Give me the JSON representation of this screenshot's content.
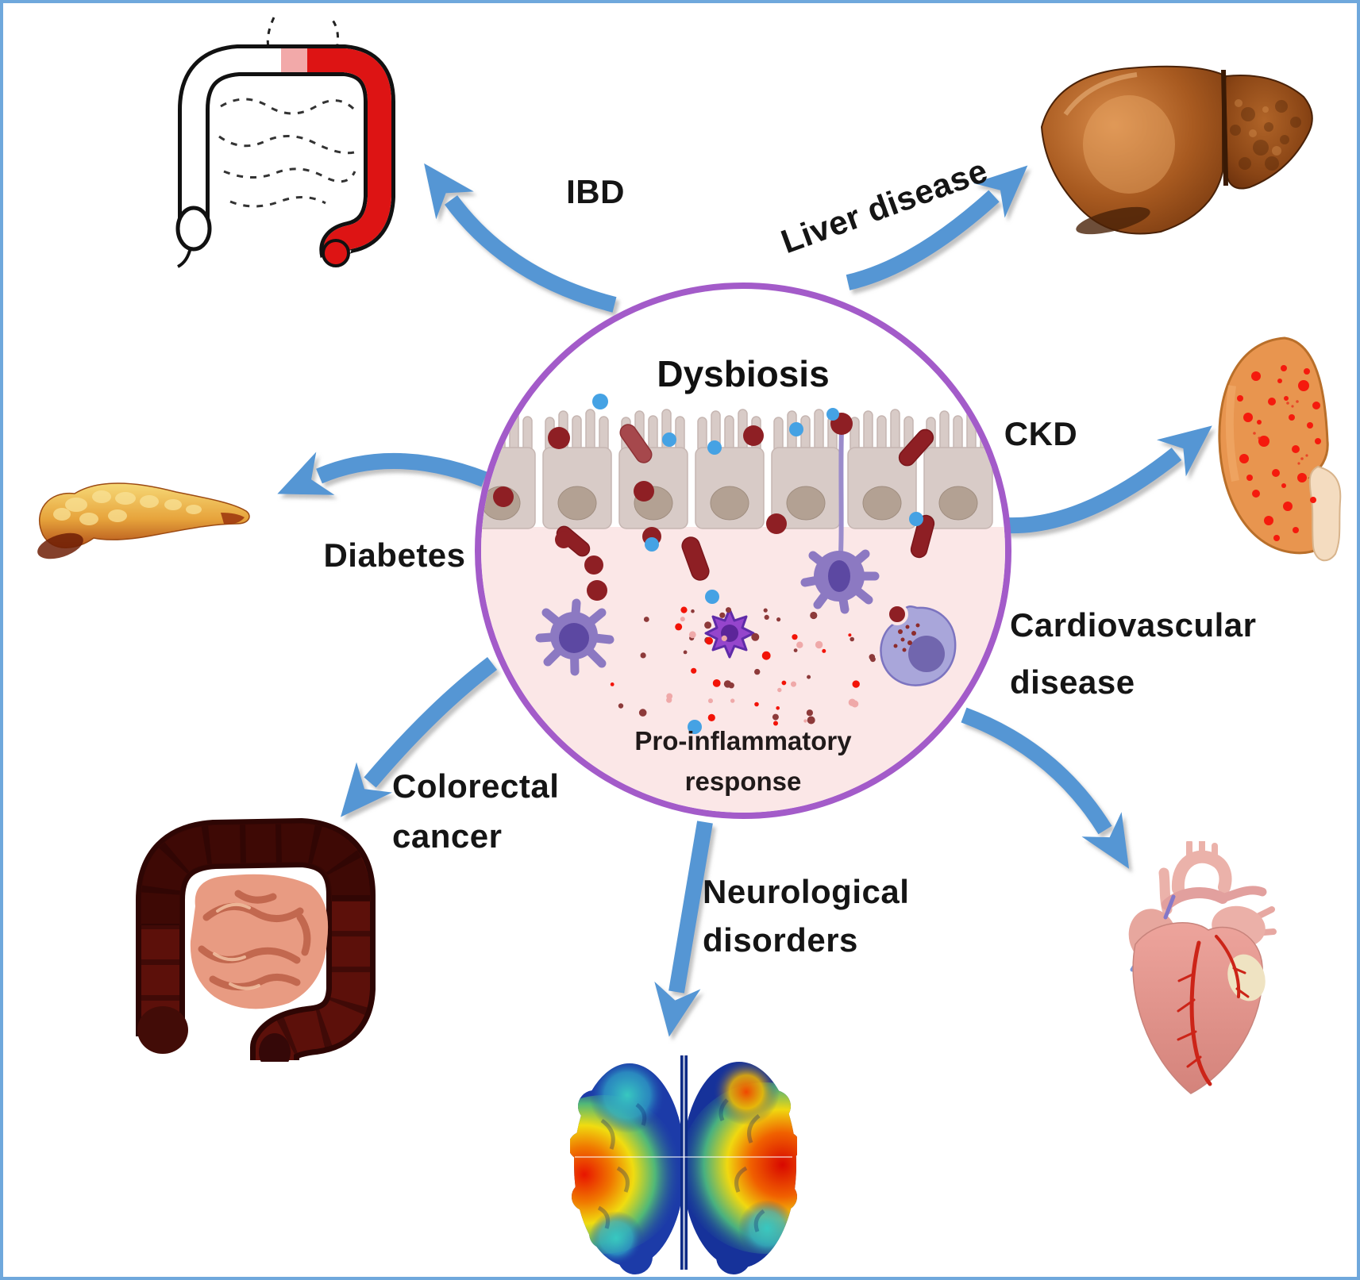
{
  "center": {
    "title": "Dysbiosis",
    "caption_line1": "Pro-inflammatory",
    "caption_line2": "response"
  },
  "labels": {
    "ibd": "IBD",
    "liver": "Liver disease",
    "ckd": "CKD",
    "cardio_line1": "Cardiovascular",
    "cardio_line2": "disease",
    "neuro_line1": "Neurological",
    "neuro_line2": "disorders",
    "colorectal_line1": "Colorectal",
    "colorectal_line2": "cancer",
    "diabetes": "Diabetes"
  },
  "colors": {
    "frame_border": "#6FA8DC",
    "arrow_blue": "#5596D4",
    "circle_border": "#A35BC9",
    "circle_lower_fill": "#FBE7E7",
    "bacteria_red": "#8E1F24",
    "signal_blue": "#45A2E4",
    "immune_purple": "#8C79C2",
    "label_text": "#151515"
  }
}
